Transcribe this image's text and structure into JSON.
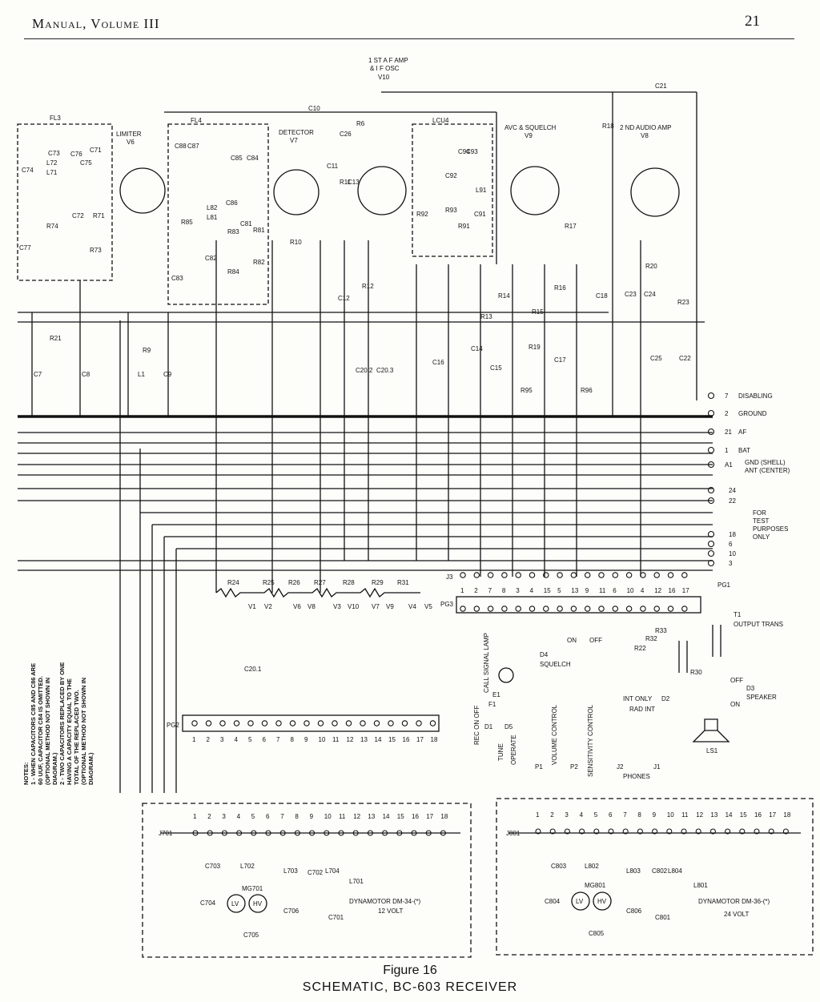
{
  "header": {
    "left": "Manual, Volume III",
    "page_number": "21"
  },
  "caption": {
    "figure": "Figure 16",
    "title": "SCHEMATIC, BC-603 RECEIVER"
  },
  "notes": [
    "NOTES:",
    "1 - WHEN CAPACITORS C85 AND C86 ARE",
    "60 UUF, CAPACITOR C84 IS OMITTED.",
    "(OPTIONAL METHOD NOT SHOWN IN",
    "DIAGRAM.)",
    "2 - TWO CAPACITORS REPLACED BY ONE",
    "HAVING A CAPACITY EQUAL TO THE",
    "TOTAL OF THE REPLACED TWO.",
    "(OPTIONAL METHOD NOT SHOWN IN",
    "DIAGRAM.)"
  ],
  "tubes": {
    "v6": {
      "name": "LIMITER",
      "id": "V6"
    },
    "v7": {
      "name": "DETECTOR",
      "id": "V7"
    },
    "v10": {
      "name1": "1 ST A F AMP",
      "name2": "& I F OSC",
      "id": "V10"
    },
    "v9": {
      "name": "AVC & SQUELCH",
      "id": "V9"
    },
    "v8": {
      "name": "2 ND AUDIO AMP",
      "id": "V8"
    }
  },
  "blocks": {
    "fl3": "FL3",
    "fl4": "FL4",
    "lcu4": "LCU4"
  },
  "terminals": [
    {
      "num": "7",
      "label": "DISABLING"
    },
    {
      "num": "2",
      "label": "GROUND"
    },
    {
      "num": "21",
      "label": "AF"
    },
    {
      "num": "1",
      "label": "BAT"
    },
    {
      "num": "A1",
      "label": "GND (SHELL)"
    },
    {
      "num": "",
      "label": "ANT (CENTER)"
    },
    {
      "num": "24",
      "label": ""
    },
    {
      "num": "22",
      "label": ""
    },
    {
      "num": "18",
      "label": ""
    },
    {
      "num": "6",
      "label": ""
    },
    {
      "num": "10",
      "label": ""
    },
    {
      "num": "3",
      "label": ""
    }
  ],
  "test_note": [
    "FOR",
    "TEST",
    "PURPOSES",
    "ONLY"
  ],
  "pg1": "PG1",
  "j3": {
    "label": "J3",
    "pins": [
      "1",
      "2",
      "7",
      "8",
      "3",
      "4",
      "15",
      "5",
      "13",
      "9",
      "11",
      "6",
      "10",
      "4",
      "12",
      "16",
      "17"
    ]
  },
  "pg3": "PG3",
  "pg2": {
    "label": "PG2",
    "pins": [
      "1",
      "2",
      "3",
      "4",
      "5",
      "6",
      "7",
      "8",
      "9",
      "10",
      "11",
      "12",
      "13",
      "14",
      "15",
      "16",
      "17",
      "18"
    ]
  },
  "resistor_chain": [
    "R24",
    "R25",
    "R26",
    "R27",
    "R28",
    "R29",
    "R31"
  ],
  "heaters": [
    "V1",
    "V2",
    "V6",
    "V8",
    "V3",
    "V10",
    "V7",
    "V9",
    "V4",
    "V5"
  ],
  "controls": {
    "call_lamp": "CALL SIGNAL LAMP",
    "e1": "E1",
    "f1": "F1",
    "d1": "D1",
    "rec": "REC ON OFF",
    "d5": "D5",
    "tune": "TUNE",
    "operate": "OPERATE",
    "d4": "D4",
    "squelch": "SQUELCH",
    "on": "ON",
    "off": "OFF",
    "p1": "P1",
    "vol": "VOLUME CONTROL",
    "p2": "P2",
    "sens": "SENSITIVITY CONTROL",
    "int_only": "INT ONLY",
    "rad_int": "RAD INT",
    "d2": "D2",
    "j2": "J2",
    "j1": "J1",
    "phones": "PHONES",
    "t1": "T1",
    "output_trans": "OUTPUT TRANS",
    "r30": "R30",
    "d3": "D3",
    "speaker": "SPEAKER",
    "ls1": "LS1",
    "r22": "R22",
    "r32": "R32",
    "r33": "R33",
    "c20_1": "C20.1"
  },
  "dyn12": {
    "jack": "J701",
    "title": "DYNAMOTOR DM-34-(*)",
    "volt": "12 VOLT",
    "parts": [
      "C703",
      "L702",
      "L703",
      "C702",
      "L704",
      "L701",
      "C704",
      "MG701",
      "LV",
      "HV",
      "C706",
      "C701",
      "C705"
    ]
  },
  "dyn24": {
    "jack": "J801",
    "title": "DYNAMOTOR DM-36-(*)",
    "volt": "24 VOLT",
    "parts": [
      "C803",
      "L802",
      "L803",
      "C802",
      "L804",
      "L801",
      "C804",
      "MG801",
      "LV",
      "HV",
      "C806",
      "C801",
      "C805"
    ]
  },
  "dyn_pins": [
    "1",
    "2",
    "3",
    "4",
    "5",
    "6",
    "7",
    "8",
    "9",
    "10",
    "11",
    "12",
    "13",
    "14",
    "15",
    "16",
    "17",
    "18"
  ],
  "components": {
    "c73": "C73",
    "l72": "L72",
    "l71": "L71",
    "c76": "C76",
    "c74": "C74",
    "c75": "C75",
    "c71": "C71",
    "r74": "R74",
    "c72": "C72",
    "r71": "R71",
    "r73": "R73",
    "c77": "C77",
    "r21": "R21",
    "c7": "C7",
    "c8": "C8",
    "c88": "C88",
    "c87": "C87",
    "c86": "C86",
    "c85": "C85",
    "c84": "C84",
    "l82": "L82",
    "l81": "L81",
    "r85": "R85",
    "c83": "C83",
    "c82": "C82",
    "r83": "R83",
    "c81": "C81",
    "r81": "R81",
    "r84": "R84",
    "r82": "R82",
    "r9": "R9",
    "l1": "L1",
    "c9": "C9",
    "c10": "C10",
    "c21": "C21",
    "r6": "R6",
    "c26": "C26",
    "c11": "C11",
    "c13": "C13",
    "r11": "R11",
    "r10": "R10",
    "c12": "C12",
    "r12": "R12",
    "c20_2": "C20.2",
    "c20_3": "C20.3",
    "c94": "C94",
    "c93": "C93",
    "c92": "C92",
    "l91": "L91",
    "r92": "R92",
    "r93": "R93",
    "c91": "C91",
    "r91": "R91",
    "r18": "R18",
    "r17": "R17",
    "r14": "R14",
    "r13": "R13",
    "r16": "R16",
    "c18": "C18",
    "r15": "R15",
    "r19": "R19",
    "c16": "C16",
    "c14": "C14",
    "c15": "C15",
    "c17": "C17",
    "r95": "R95",
    "r96": "R96",
    "r20": "R20",
    "c23": "C23",
    "c24": "C24",
    "r23": "R23",
    "c25": "C25",
    "c22": "C22"
  }
}
